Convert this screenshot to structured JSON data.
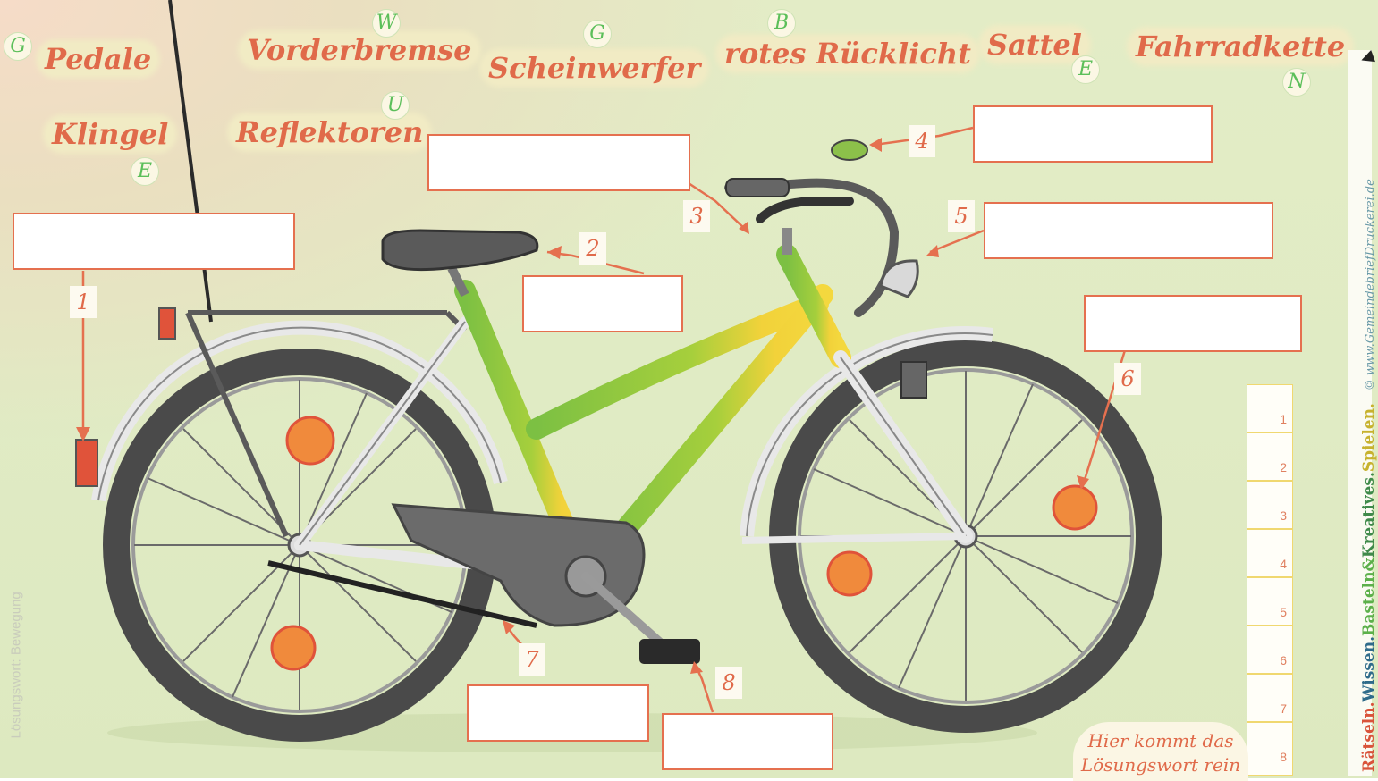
{
  "labels": {
    "pedale": {
      "word": "Pedale",
      "letter": "G"
    },
    "vorderbremse": {
      "word": "Vorderbremse",
      "letter": "W"
    },
    "scheinwerfer": {
      "word": "Scheinwerfer",
      "letter": "G"
    },
    "ruecklicht": {
      "word": "rotes Rücklicht",
      "letter": "B"
    },
    "sattel": {
      "word": "Sattel",
      "letter": "E"
    },
    "fahrradkette": {
      "word": "Fahrradkette",
      "letter": "N"
    },
    "klingel": {
      "word": "Klingel",
      "letter": "E"
    },
    "reflektoren": {
      "word": "Reflektoren",
      "letter": "U"
    }
  },
  "numbers": [
    "1",
    "2",
    "3",
    "4",
    "5",
    "6",
    "7",
    "8"
  ],
  "solution": {
    "rows": [
      "1",
      "2",
      "3",
      "4",
      "5",
      "6",
      "7",
      "8"
    ],
    "note_line1": "Hier kommt das",
    "note_line2": "Lösungswort rein"
  },
  "side_text": {
    "left": "Lösungswort: Bewegung",
    "brand_part1": "Rätseln.",
    "brand_part2": "Wissen.",
    "brand_part3": "Basteln",
    "brand_amp": "&",
    "brand_part4": "Kreatives.",
    "brand_part5": "Spielen.",
    "copyright": "© www.GemeindebriefDruckerei.de"
  },
  "colors": {
    "label_text": "#e06a4a",
    "letter": "#5cbf5a",
    "box_border": "#e5704f",
    "reflector": "#f08a3c",
    "frame_green": "#7cc043",
    "frame_yellow": "#f2d23a"
  }
}
